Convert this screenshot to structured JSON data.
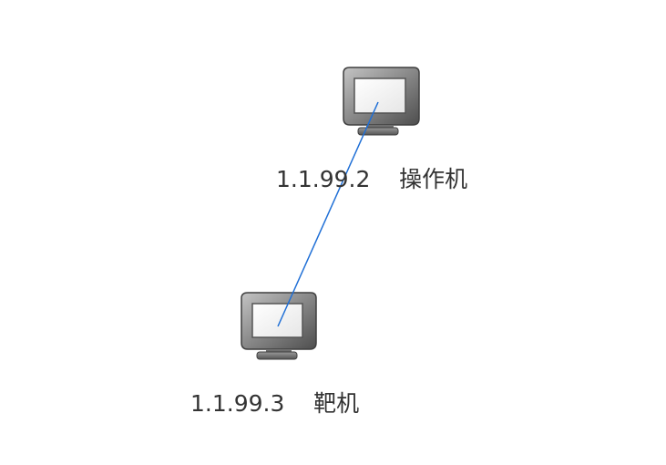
{
  "nodes": [
    {
      "id": "operator",
      "ip": "1.1.99.2",
      "name": "操作机",
      "label": "1.1.99.2    操作机",
      "icon": "computer-monitor-icon"
    },
    {
      "id": "target",
      "ip": "1.1.99.3",
      "name": "靶机",
      "label": "1.1.99.3    靶机",
      "icon": "computer-monitor-icon"
    }
  ],
  "links": [
    {
      "from": "operator",
      "to": "target",
      "color": "#1f6fd6"
    }
  ],
  "colors": {
    "monitor_frame": "#6f6f6f",
    "monitor_frame_light": "#b9b9b9",
    "screen": "#f7f7f7",
    "link": "#1f6fd6",
    "label_text": "#333333"
  }
}
